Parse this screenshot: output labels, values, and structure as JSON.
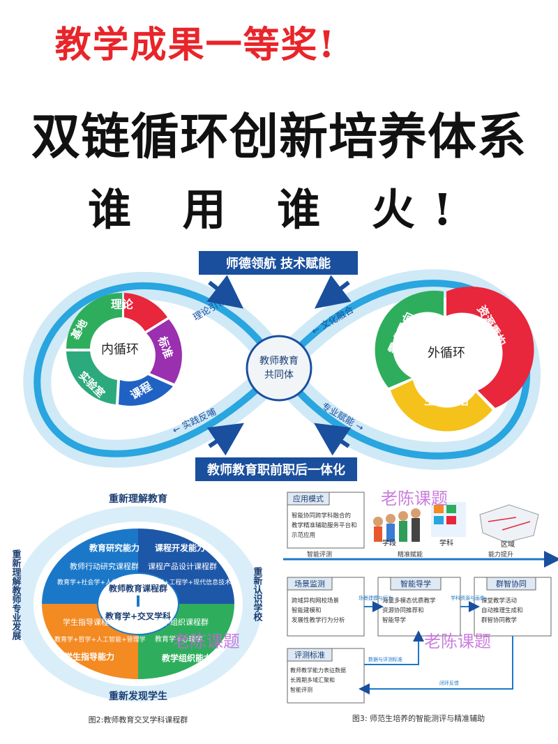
{
  "header": {
    "award": "教学成果一等奖!",
    "title": "双链循环创新培养体系",
    "subtitle": "谁 用 谁 火!"
  },
  "infinity": {
    "top_banner": "师德领航  技术赋能",
    "bottom_banner": "教师教育职前职后一体化",
    "center": [
      "教师教育",
      "共同体"
    ],
    "left_center": "内循环",
    "right_center": "外循环",
    "left_segments": [
      "理论",
      "标准",
      "课程",
      "实验室",
      "基地"
    ],
    "right_segments": [
      "资源重构",
      "主体激活",
      "需求导向"
    ],
    "path_labels": {
      "top_left": "理论引领 →",
      "top_right": "← 文化融合",
      "bottom_left": "← 实践反哺",
      "bottom_right": "专业赋能 →"
    },
    "colors": {
      "blue": "#29a5df",
      "dark_blue": "#1a4f9e"
    }
  },
  "figure2": {
    "outer_ring": {
      "top": "重新理解教育",
      "left": "重新理解教师专业发展",
      "right": "重新认识学校",
      "bottom": "重新发现学生"
    },
    "quadrants": [
      {
        "title": "教育研究能力",
        "body": "教师行动研究课程群",
        "sub": "教育学+社会学+人类学+统计学",
        "color": "#1b78c9"
      },
      {
        "title": "课程开发能力",
        "body": "课程产品设计课程群",
        "sub": "教育学+工程学+现代信息技术",
        "color": "#1d57a8"
      },
      {
        "title": "学生指导能力",
        "body": "学生指导课程群",
        "sub": "教育学+哲学+人工智能+管理学",
        "color": "#f38a22"
      },
      {
        "title": "教学组织能力",
        "body": "教学组织课程群",
        "sub": "教育学+心理学",
        "color": "#2eae5c"
      }
    ],
    "center_title": "教师教育课程群",
    "center_formula": "教育学+交叉学科",
    "caption": "图2:教师教育交叉学科课程群"
  },
  "figure3": {
    "app_mode": {
      "title": "应用模式",
      "text": [
        "智能协同跨学科融合的",
        "教学精准辅助服务平台和",
        "示范应用"
      ]
    },
    "icon_labels": [
      "学段",
      "学科",
      "区域"
    ],
    "arrow_labels": [
      "智能评测",
      "精准赋能",
      "能力提升"
    ],
    "boxes": [
      {
        "title": "场景监测",
        "text": [
          "跨域异构网校场景",
          "智能建模和",
          "发展性教学行为分析"
        ]
      },
      {
        "title": "智能导学",
        "text": [
          "海量多模态优质教学",
          "资源协同推荐和",
          "智能导学"
        ]
      },
      {
        "title": "群智协同",
        "text": [
          "课堂教学活动",
          "自动推理生成和",
          "群智协同教学"
        ]
      },
      {
        "title": "评测标准",
        "text": [
          "教师教学能力表征数据",
          "长周期多域汇聚和",
          "智能评测"
        ]
      }
    ],
    "small_labels": [
      "场景建模与行为",
      "学科资源与画像",
      "数据与评测标准",
      "闭环反馈"
    ],
    "caption": "图3: 师范生培养的智能测评与精准辅助"
  },
  "watermarks": [
    "老陈课题",
    "老陈课题",
    "老陈课题"
  ]
}
